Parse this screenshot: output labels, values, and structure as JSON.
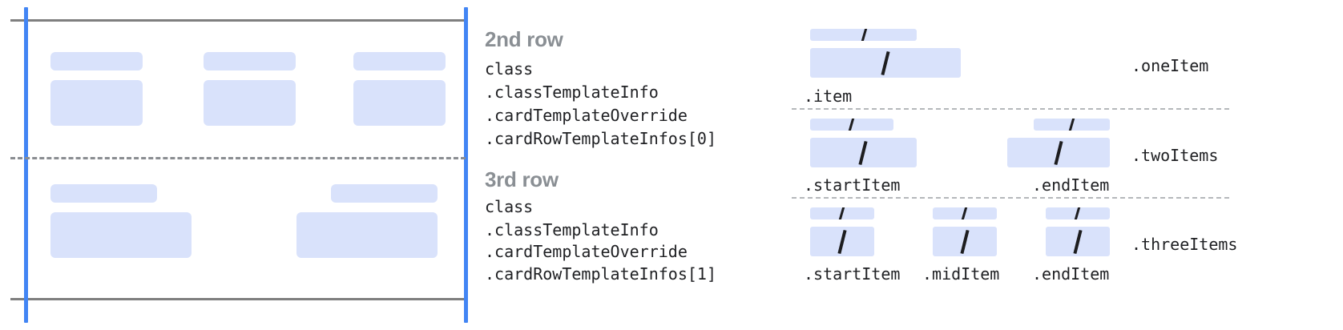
{
  "diagram": {
    "title_hidden": "",
    "rows": [
      {
        "heading": "2nd row",
        "lines": [
          "class",
          ".classTemplateInfo",
          ".cardTemplateOverride",
          ".cardRowTemplateInfos[0]"
        ]
      },
      {
        "heading": "3rd row",
        "lines": [
          "class",
          ".classTemplateInfo",
          ".cardTemplateOverride",
          ".cardRowTemplateInfos[1]"
        ]
      }
    ],
    "variants": [
      {
        "name": ".oneItem",
        "slots": [
          ".item"
        ]
      },
      {
        "name": ".twoItems",
        "slots": [
          ".startItem",
          ".endItem"
        ]
      },
      {
        "name": ".threeItems",
        "slots": [
          ".startItem",
          ".midItem",
          ".endItem"
        ]
      }
    ],
    "colors": {
      "placeholder_fill": "#d9e2fb",
      "guide_blue": "#4285f4",
      "rule_gray": "#7f7f7f",
      "dash_gray": "#8a8d91",
      "heading_gray": "#8a8f94",
      "text_dark": "#202124"
    }
  }
}
